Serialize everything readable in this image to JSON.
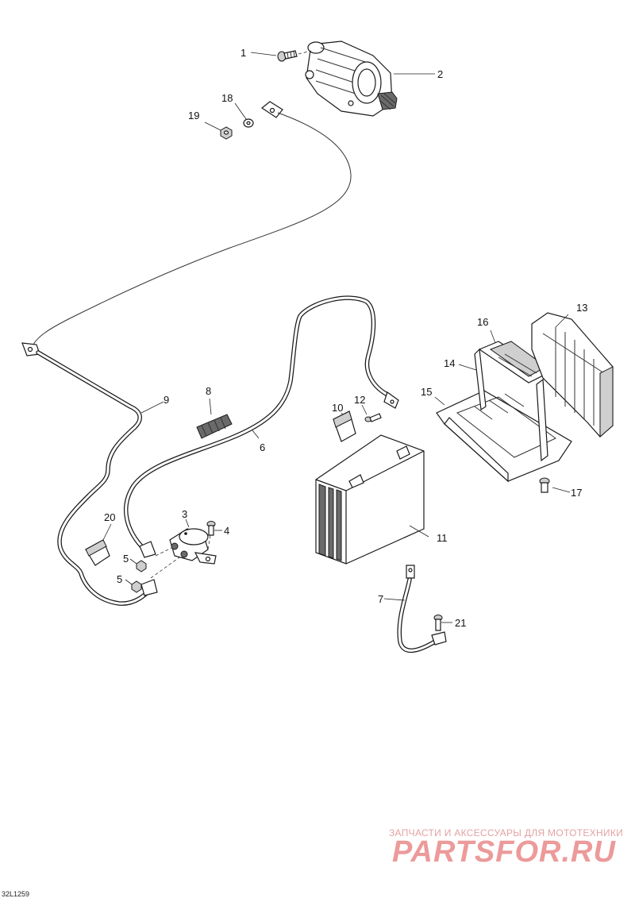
{
  "diagram_code": "32L1259",
  "watermark": {
    "tagline": "ЗАПЧАСТИ И АКСЕССУАРЫ ДЛЯ МОТОТЕХНИКИ",
    "logo": "PARTSFOR.RU"
  },
  "callouts": {
    "c1": "1",
    "c2": "2",
    "c3": "3",
    "c4": "4",
    "c5a": "5",
    "c5b": "5",
    "c6": "6",
    "c7": "7",
    "c8": "8",
    "c9": "9",
    "c10": "10",
    "c11": "11",
    "c12": "12",
    "c13": "13",
    "c14": "14",
    "c15": "15",
    "c16": "16",
    "c17": "17",
    "c18": "18",
    "c19": "19",
    "c20": "20",
    "c21": "21"
  }
}
